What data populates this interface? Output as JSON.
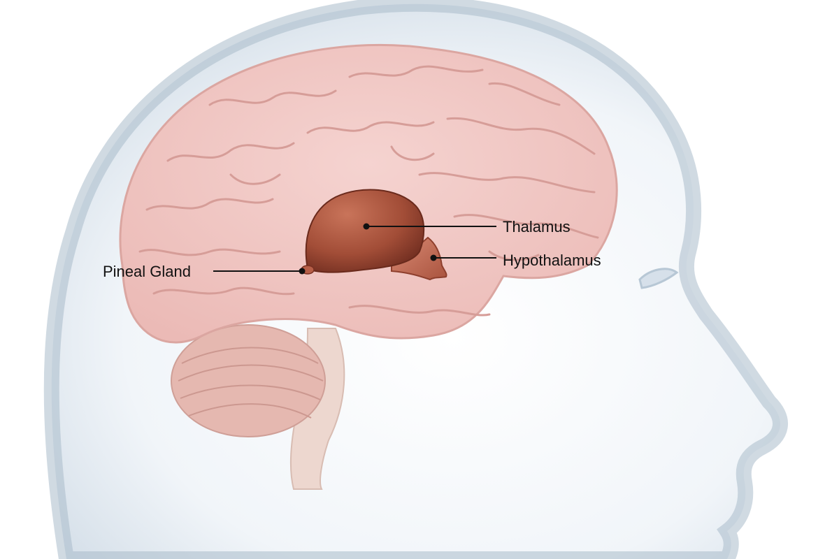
{
  "labels": {
    "thalamus": "Thalamus",
    "hypothalamus": "Hypothalamus",
    "pineal_gland": "Pineal Gland"
  },
  "colors": {
    "background": "#ffffff",
    "head_edge": "#9fb3c4",
    "head_fill": "#eef3f8",
    "brain": "#f0c6c3",
    "brain_folds": "#d99f9b",
    "thalamus": "#a8523b",
    "hypothalamus": "#c06a55",
    "leader_line": "#111111"
  }
}
